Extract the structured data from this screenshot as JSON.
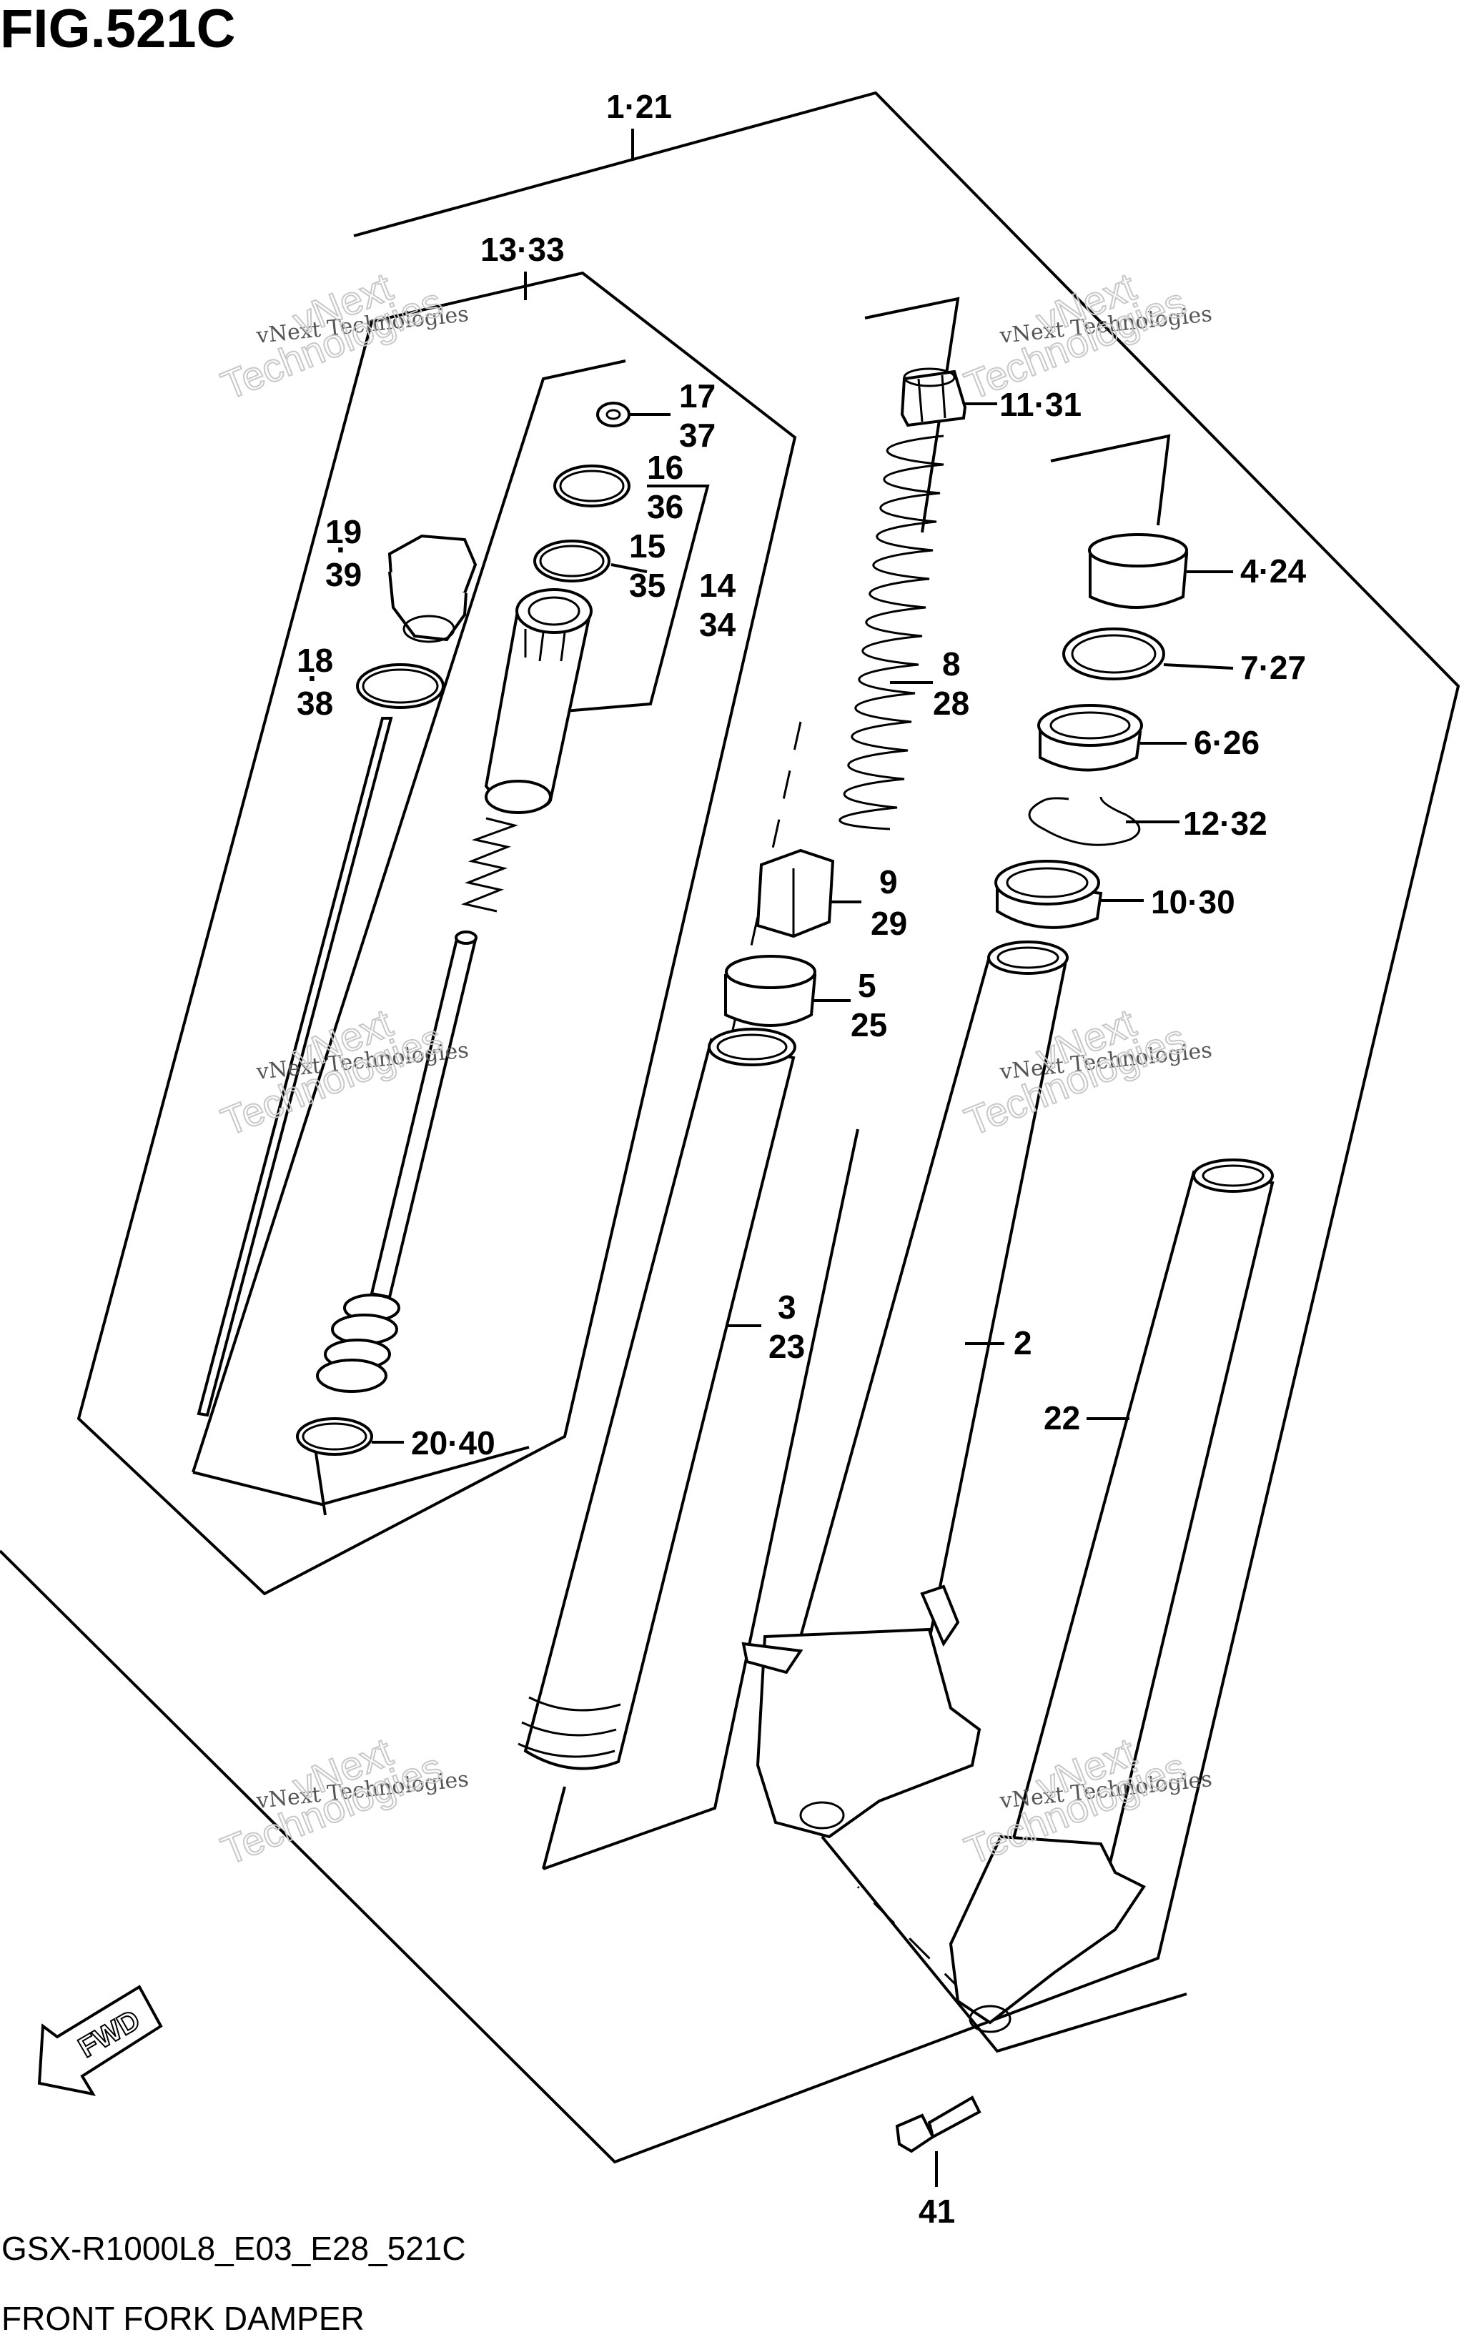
{
  "figure": {
    "title": "FIG.521C",
    "model_code": "GSX-R1000L8_E03_E28_521C",
    "caption": "FRONT FORK DAMPER"
  },
  "direction": {
    "label": "FWD"
  },
  "watermark": {
    "line1": "vNext Technologies",
    "line2": "vNext",
    "line3": "Technologies"
  },
  "callouts": {
    "c1_21": "1·21",
    "c13_33": "13·33",
    "c17": "17",
    "c37": "37",
    "c16": "16",
    "c36": "36",
    "c15": "15",
    "c35": "35",
    "c14": "14",
    "c34": "34",
    "c19": "19",
    "c39": "39",
    "c18": "18",
    "c38": "38",
    "c11_31": "11·31",
    "c4_24": "4·24",
    "c7_27": "7·27",
    "c6_26": "6·26",
    "c12_32": "12·32",
    "c10_30": "10·30",
    "c8": "8",
    "c28": "28",
    "c9": "9",
    "c29": "29",
    "c5": "5",
    "c25": "25",
    "c3": "3",
    "c23": "23",
    "c2": "2",
    "c22": "22",
    "c20_40": "20·40",
    "c41": "41"
  }
}
